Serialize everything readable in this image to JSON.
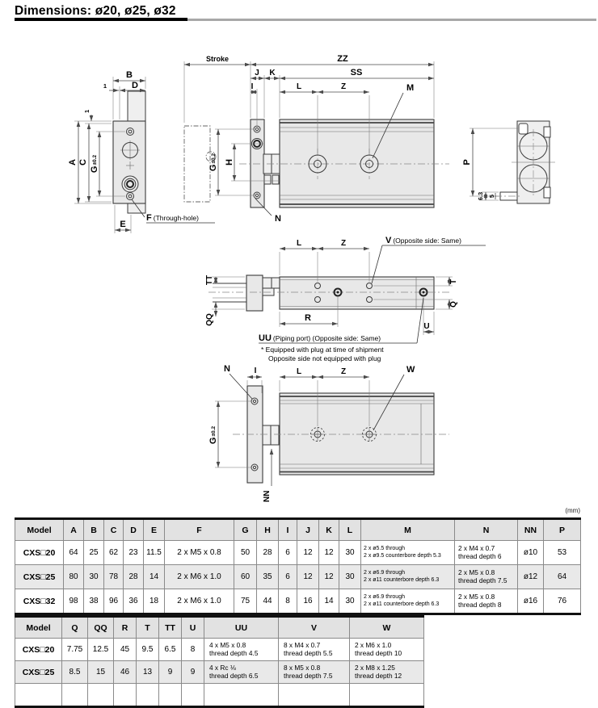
{
  "page": {
    "title": "Dimensions: ø20, ø25, ø32",
    "unit_note": "(mm)"
  },
  "dg": {
    "front": {
      "b": "B",
      "d": "D",
      "one_top": "1",
      "one_left": "1",
      "a": "A",
      "c": "C",
      "g": "G",
      "g_tol": "±0.2",
      "e": "E",
      "f": "F",
      "f_note": "(Through-hole)"
    },
    "side": {
      "stroke": "Stroke",
      "zz": "ZZ",
      "ss": "SS",
      "j": "J",
      "k": "K",
      "i": "I",
      "l": "L",
      "z": "Z",
      "m": "M",
      "g": "G",
      "g_tol": "±0.2",
      "h": "H",
      "n": "N"
    },
    "end": {
      "p": "P",
      "d63": "6.3",
      "d5": "5"
    },
    "top": {
      "l": "L",
      "z": "Z",
      "v": "V",
      "v_note": "(Opposite side: Same)",
      "tt": "TT",
      "qq": "QQ",
      "t": "T",
      "q": "Q",
      "r": "R",
      "u": "U",
      "uu": "UU",
      "uu_note": "(Piping port) (Opposite side: Same)",
      "plug1": "* Equipped with plug at time of shipment",
      "plug2": "Opposite side not equipped with plug"
    },
    "bottom": {
      "n": "N",
      "i": "I",
      "l": "L",
      "z": "Z",
      "w": "W",
      "g": "G",
      "g_tol": "±0.2",
      "nn": "NN"
    }
  },
  "t1": {
    "headers": [
      "Model",
      "A",
      "B",
      "C",
      "D",
      "E",
      "F",
      "G",
      "H",
      "I",
      "J",
      "K",
      "L",
      "M",
      "N",
      "NN",
      "P"
    ],
    "rows": [
      [
        "CXS□20",
        "64",
        "25",
        "62",
        "23",
        "11.5",
        "2 x M5 x 0.8",
        "50",
        "28",
        "6",
        "12",
        "12",
        "30",
        [
          "2 x ø5.5 through",
          "2 x ø9.5 counterbore depth 5.3"
        ],
        [
          "2 x M4 x 0.7",
          "thread depth 6"
        ],
        "ø10",
        "53"
      ],
      [
        "CXS□25",
        "80",
        "30",
        "78",
        "28",
        "14",
        "2 x M6 x 1.0",
        "60",
        "35",
        "6",
        "12",
        "12",
        "30",
        [
          "2 x ø6.9 through",
          "2 x ø11 counterbore depth 6.3"
        ],
        [
          "2 x M5 x 0.8",
          "thread depth 7.5"
        ],
        "ø12",
        "64"
      ],
      [
        "CXS□32",
        "98",
        "38",
        "96",
        "36",
        "18",
        "2 x M6 x 1.0",
        "75",
        "44",
        "8",
        "16",
        "14",
        "30",
        [
          "2 x ø6.9 through",
          "2 x ø11 counterbore depth 6.3"
        ],
        [
          "2 x M5 x 0.8",
          "thread depth 8"
        ],
        "ø16",
        "76"
      ]
    ]
  },
  "t2": {
    "headers": [
      "Model",
      "Q",
      "QQ",
      "R",
      "T",
      "TT",
      "U",
      "UU",
      "V",
      "W"
    ],
    "rows": [
      [
        "CXS□20",
        "7.75",
        "12.5",
        "45",
        "9.5",
        "6.5",
        "8",
        [
          "4 x M5 x 0.8",
          "thread depth 4.5"
        ],
        [
          "8 x M4 x 0.7",
          "thread depth 5.5"
        ],
        [
          "2 x M6 x 1.0",
          "thread depth 10"
        ]
      ],
      [
        "CXS□25",
        "8.5",
        "15",
        "46",
        "13",
        "9",
        "9",
        [
          "4 x Rc ⅛",
          "thread depth 6.5"
        ],
        [
          "8 x M5 x 0.8",
          "thread depth 7.5"
        ],
        [
          "2 x M8 x 1.25",
          "thread depth 12"
        ]
      ]
    ]
  }
}
